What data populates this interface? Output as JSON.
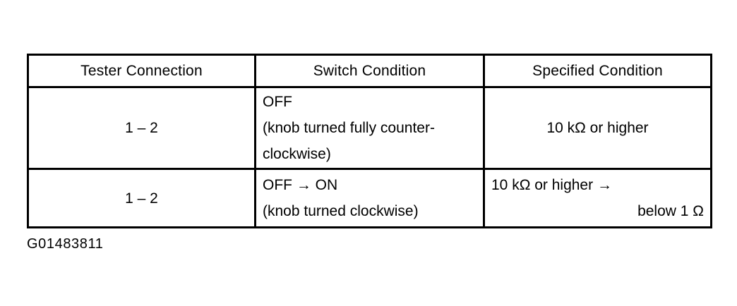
{
  "table": {
    "columns": [
      {
        "label": "Tester Connection"
      },
      {
        "label": "Switch Condition"
      },
      {
        "label": "Specified Condition"
      }
    ],
    "rows": [
      {
        "tester_connection": "1 – 2",
        "switch_condition_lines": [
          "OFF",
          "(knob turned fully counter-",
          "clockwise)"
        ],
        "specified_condition_lines": [
          "10 kΩ or higher"
        ]
      },
      {
        "tester_connection": "1 – 2",
        "switch_condition_lines": [
          "OFF → ON",
          "(knob turned clockwise)"
        ],
        "specified_condition_lines": [
          "10 kΩ or higher →",
          "below 1 Ω"
        ]
      }
    ]
  },
  "caption": {
    "text": "G01483811"
  },
  "colors": {
    "border": "#000000",
    "text": "#000000",
    "background": "#ffffff"
  }
}
